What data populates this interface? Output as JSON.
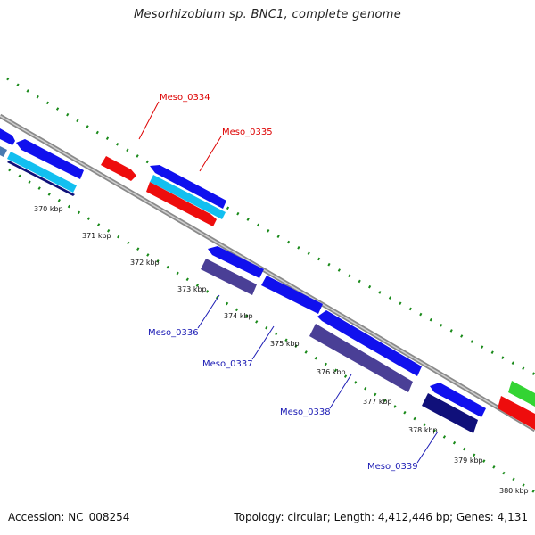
{
  "title": "Mesorhizobium sp. BNC1, complete genome",
  "footer": {
    "accession": "Accession: NC_008254",
    "topology": "Topology: circular; Length: 4,412,446 bp; Genes: 4,131"
  },
  "colors": {
    "backbone": "#888888",
    "tick_dots": "#1a8a1a",
    "forward_cds": "#1010ee",
    "forward_cds_light": "#12bff0",
    "reverse_red": "#ee0d0d",
    "reverse_cds": "#4a3f96",
    "reverse_cds_dark": "#10107a",
    "green_feature": "#33d433",
    "label_red": "#dd0000",
    "label_blue": "#1a1ab4"
  },
  "tick_labels": [
    "370 kbp",
    "371 kbp",
    "372 kbp",
    "373 kbp",
    "374 kbp",
    "375 kbp",
    "376 kbp",
    "377 kbp",
    "378 kbp",
    "379 kbp",
    "380 kbp"
  ],
  "gene_labels": {
    "meso_0334": "Meso_0334",
    "meso_0335": "Meso_0335",
    "meso_0336": "Meso_0336",
    "meso_0337": "Meso_0337",
    "meso_0338": "Meso_0338",
    "meso_0339": "Meso_0339"
  }
}
